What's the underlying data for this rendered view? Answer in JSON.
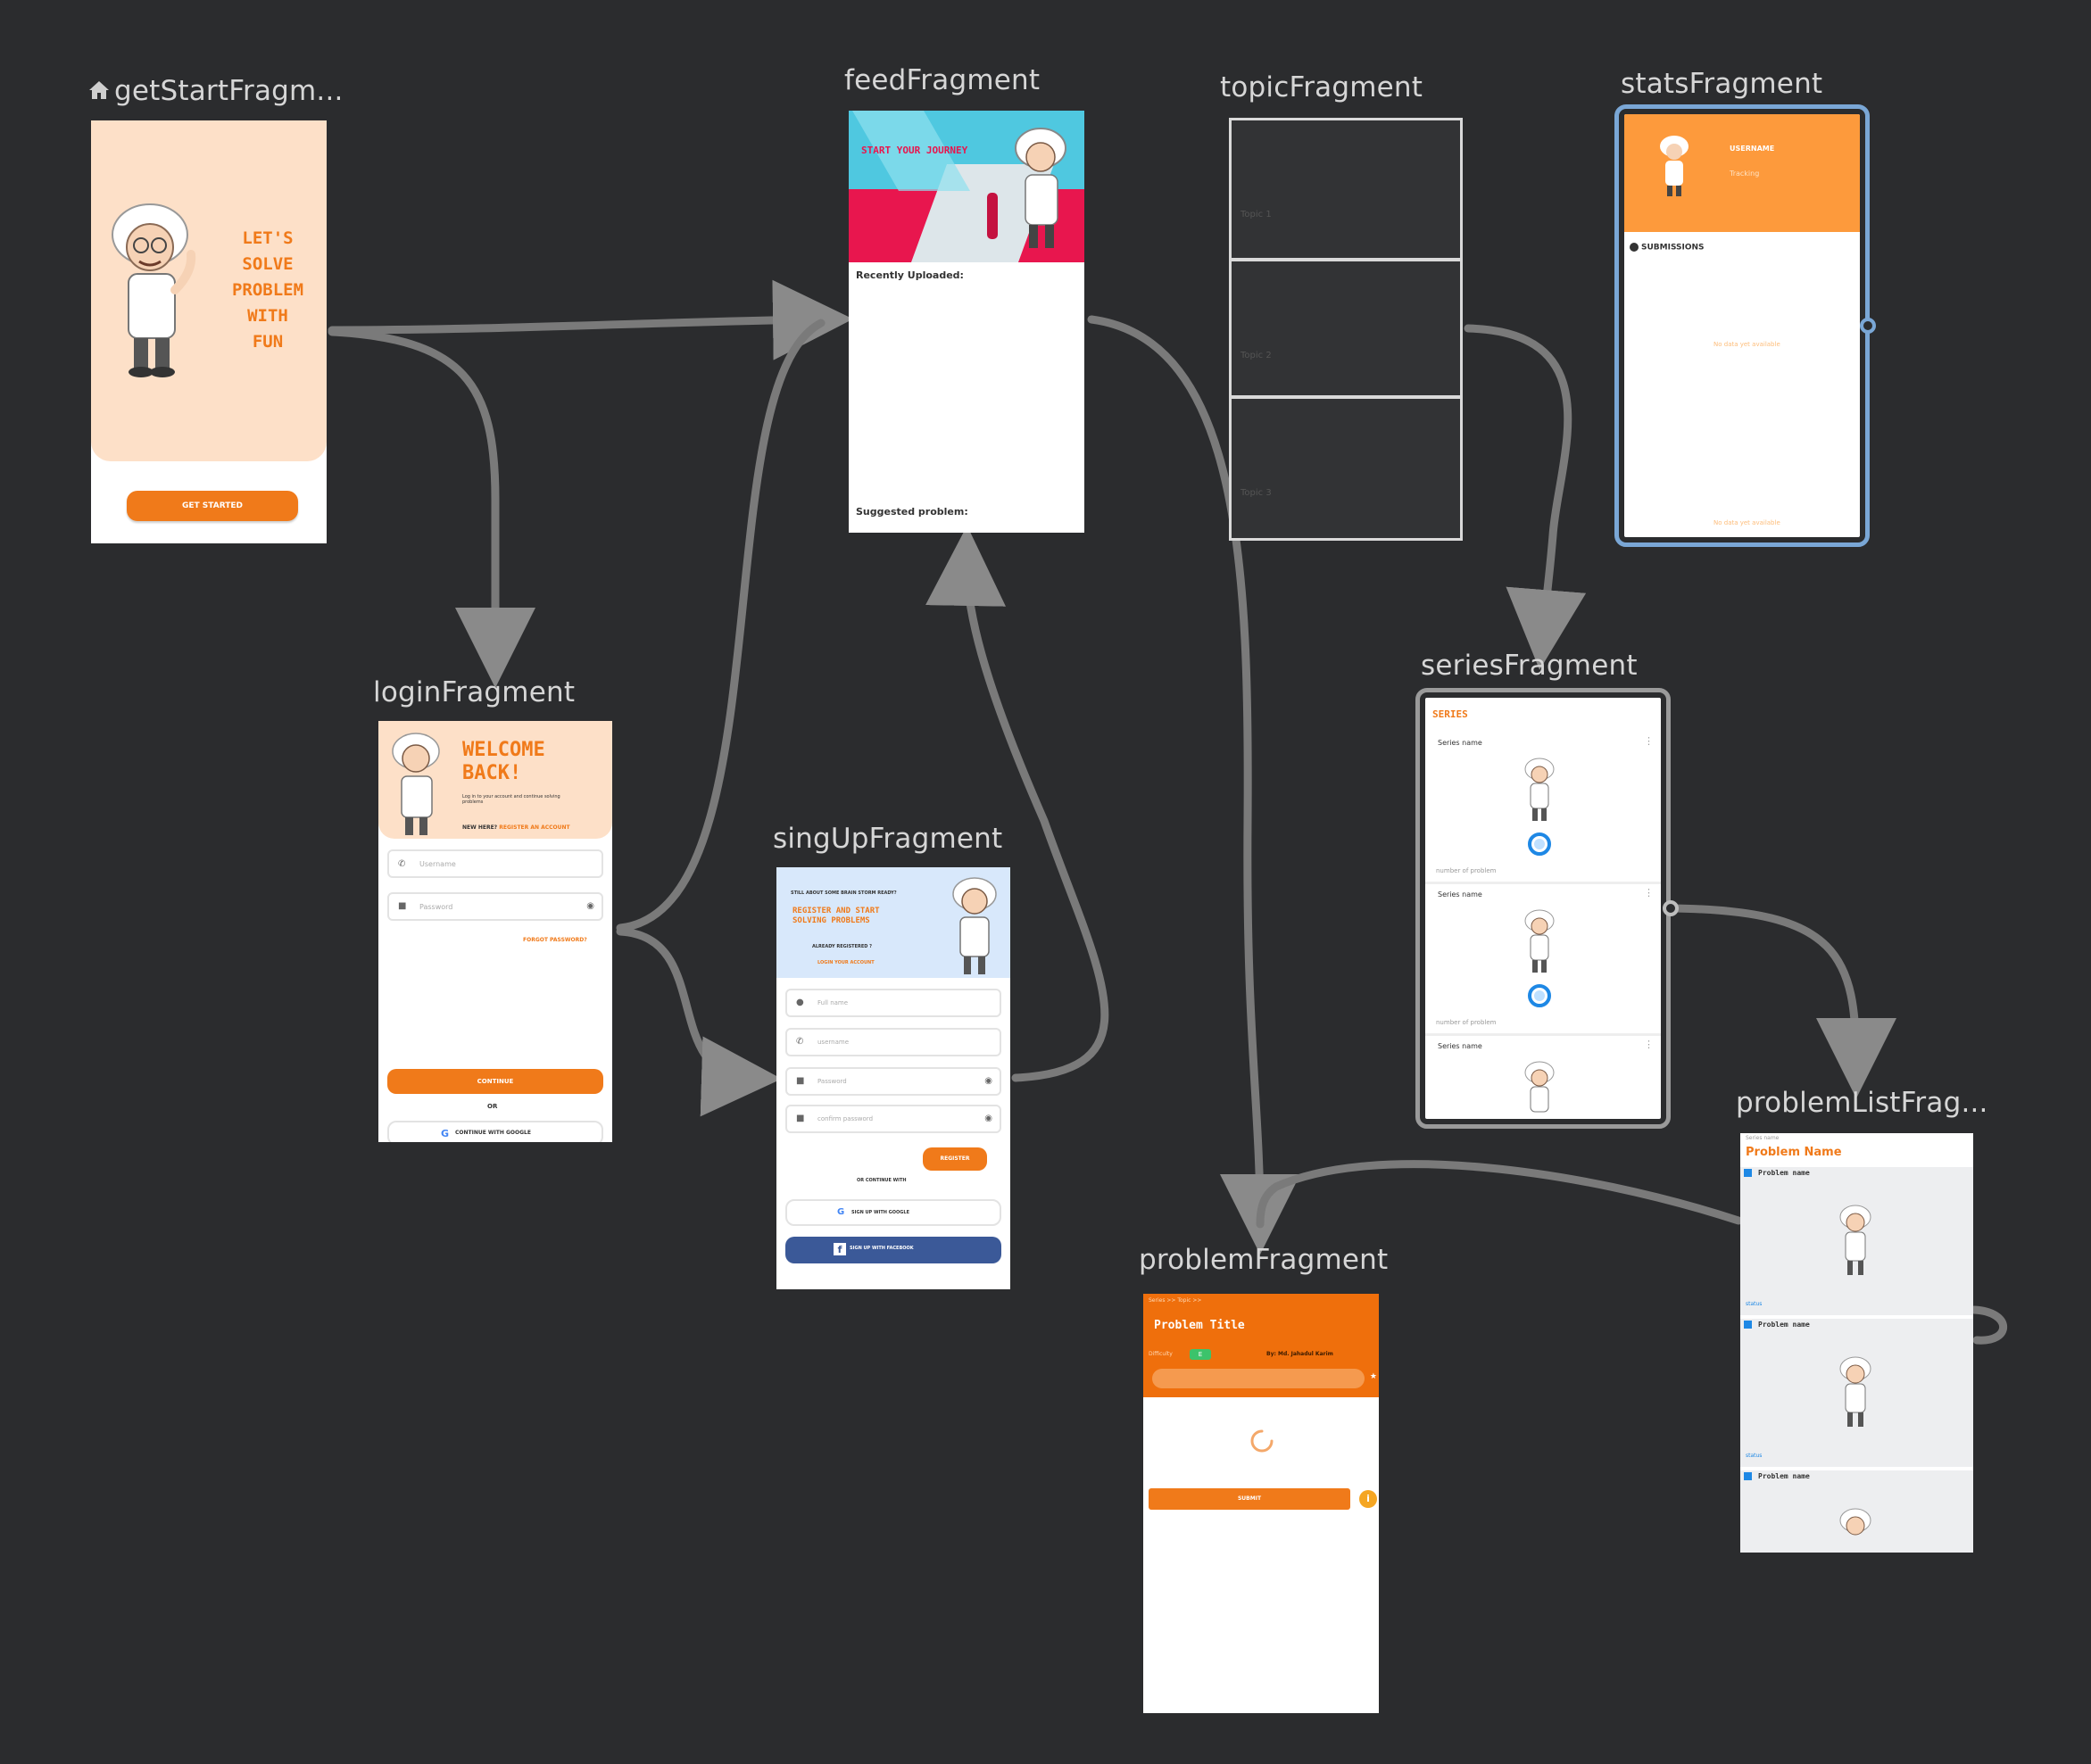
{
  "canvas": {
    "background": "#2b2c2e"
  },
  "nodes": {
    "getStart": {
      "label": "getStartFragm...",
      "start_icon": "home-icon",
      "headline": [
        "LET'S",
        "SOLVE",
        "PROBLEM",
        "WITH",
        "FUN"
      ],
      "button": "GET STARTED"
    },
    "feed": {
      "label": "feedFragment",
      "banner": "START YOUR JOURNEY",
      "section1": "Recently Uploaded:",
      "section2": "Suggested problem:"
    },
    "topic": {
      "label": "topicFragment",
      "items": [
        "Topic 1",
        "Topic 2",
        "Topic 3"
      ]
    },
    "stats": {
      "label": "statsFragment",
      "username": "USERNAME",
      "subtitle": "Tracking",
      "section": "SUBMISSIONS",
      "empty1": "No data yet available",
      "empty2": "No data yet available"
    },
    "login": {
      "label": "loginFragment",
      "headline": [
        "WELCOME",
        "BACK!"
      ],
      "subtitle": "Log in to your account and continue solving problems",
      "new_here": "NEW HERE?",
      "register_link": "REGISTER AN ACCOUNT",
      "username_placeholder": "Username",
      "password_placeholder": "Password",
      "forgot": "FORGOT PASSWORD?",
      "continue": "CONTINUE",
      "or": "OR",
      "google": "CONTINUE WITH GOOGLE"
    },
    "signup": {
      "label": "singUpFragment",
      "top_text": "STILL ABOUT SOME BRAIN STORM READY?",
      "headline": [
        "REGISTER AND START",
        "SOLVING PROBLEMS"
      ],
      "already": "ALREADY REGISTERED ?",
      "login_link": "LOGIN YOUR ACCOUNT",
      "fields": [
        "Full name",
        "username",
        "Password",
        "confirm password"
      ],
      "register": "REGISTER",
      "or": "OR CONTINUE WITH",
      "google": "SIGN UP WITH GOOGLE",
      "facebook": "SIGN UP WITH FACEBOOK"
    },
    "series": {
      "label": "seriesFragment",
      "title": "SERIES",
      "items": [
        {
          "name": "Series name",
          "count": "number of problem"
        },
        {
          "name": "Series name",
          "count": "number of problem"
        },
        {
          "name": "Series name",
          "count": ""
        }
      ]
    },
    "problemList": {
      "label": "problemListFrag...",
      "series_name": "Series name",
      "title": "Problem Name",
      "items": [
        {
          "name": "Problem name",
          "status": "status"
        },
        {
          "name": "Problem name",
          "status": "status"
        },
        {
          "name": "Problem name",
          "status": ""
        }
      ]
    },
    "problem": {
      "label": "problemFragment",
      "breadcrumb": "Series >> Topic >>",
      "title": "Problem Title",
      "difficulty_label": "Difficulty",
      "difficulty_value": "E",
      "author": "By: Md. Jahadul Karim",
      "submit": "SUBMIT"
    }
  },
  "colors": {
    "accent": "#f07a1a",
    "peach": "#fde0c8",
    "selection": "#7aa7d6",
    "arrow": "#8a8a8a",
    "label": "#d6d6d6"
  }
}
